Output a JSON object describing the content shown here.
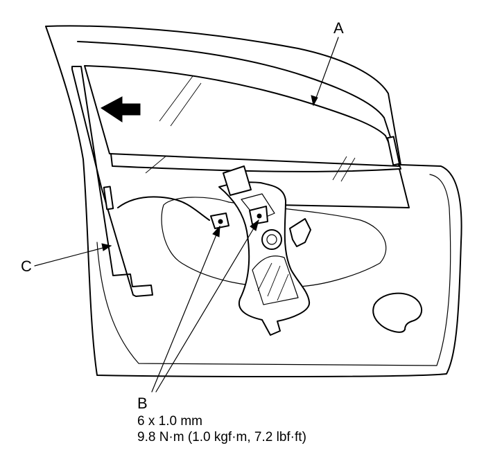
{
  "callouts": {
    "a": "A",
    "b": "B",
    "c": "C"
  },
  "fastener": {
    "size": "6 x 1.0 mm",
    "torque": "9.8 N·m (1.0 kgf·m, 7.2 lbf·ft)"
  },
  "colors": {
    "line": "#000000",
    "background": "#ffffff"
  },
  "icons": {
    "direction": "arrow-left-icon",
    "regulator_motor": "motor-gear-icon"
  }
}
